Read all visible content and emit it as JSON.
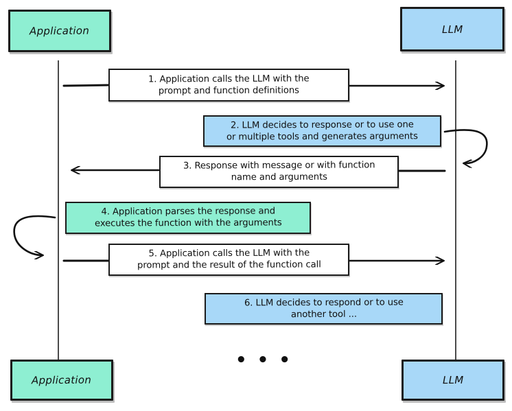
{
  "diagram": {
    "title": "LLM function calling sequence diagram",
    "colors": {
      "actor_application_fill": "#8EEFD2",
      "actor_llm_fill": "#A8D8F8",
      "note_application_fill": "#8EEFD2",
      "note_llm_fill": "#A8D8F8",
      "message_box_fill": "#FFFFFF",
      "stroke": "#1B1B1B",
      "lifeline": "#4A4A4A",
      "background": "#FFFFFF"
    },
    "actors": {
      "application_top": "Application",
      "llm_top": "LLM",
      "application_bottom": "Application",
      "llm_bottom": "LLM"
    },
    "continuation": "• • •",
    "steps": [
      {
        "number": "1",
        "text": "1. Application calls the LLM with the prompt and function definitions",
        "line1": "1. Application calls the LLM with the",
        "line2": "prompt and function definitions",
        "kind": "message",
        "direction": "application-to-llm",
        "style": "white"
      },
      {
        "number": "2",
        "text": "2. LLM decides to response or to use one or multiple tools and generates arguments",
        "line1": "2. LLM decides to response or to use one",
        "line2": "or multiple tools and generates arguments",
        "kind": "self-note",
        "direction": "llm-self",
        "style": "llm-blue"
      },
      {
        "number": "3",
        "text": "3. Response with message or with function name and arguments",
        "line1": "3. Response with message or with function",
        "line2": "name and arguments",
        "kind": "message",
        "direction": "llm-to-application",
        "style": "white"
      },
      {
        "number": "4",
        "text": "4. Application parses the response and executes the function with the arguments",
        "line1": "4. Application parses the response and",
        "line2": "executes the function with the arguments",
        "kind": "self-note",
        "direction": "application-self",
        "style": "application-green"
      },
      {
        "number": "5",
        "text": "5. Application calls the LLM with the prompt and the result of the function call",
        "line1": "5. Application calls the LLM with the",
        "line2": "prompt and the result of the function call",
        "kind": "message",
        "direction": "application-to-llm",
        "style": "white"
      },
      {
        "number": "6",
        "text": "6. LLM decides to respond or to use another tool ...",
        "line1": "6. LLM decides to respond or to use",
        "line2": "another tool ...",
        "kind": "self-note",
        "direction": "llm-self",
        "style": "llm-blue"
      }
    ]
  }
}
